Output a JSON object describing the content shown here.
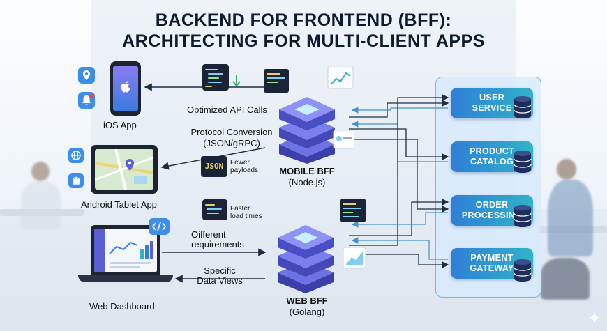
{
  "title": {
    "line1": "BACKEND FOR FRONTEND (BFF):",
    "line2": "ARCHITECTING FOR MULTI-CLIENT APPS"
  },
  "clients": {
    "ios": "iOS App",
    "android": "Android Tablet App",
    "web": "Web Dashboard"
  },
  "annotations": {
    "optimized": "Optimized API Calls",
    "protocol_1": "Protocol Conversion",
    "protocol_2": "(JSON/gRPC)",
    "fewer_1": "Fewer",
    "fewer_2": "payloads",
    "json_badge": "JSON",
    "faster_1": "Faster",
    "faster_2": "load times",
    "different_1": "Oifferent",
    "different_2": "requirements",
    "specific_1": "Specific",
    "specific_2": "Data Views"
  },
  "bffs": {
    "mobile_name": "MOBILE BFF",
    "mobile_tech": "(Node.js)",
    "web_name": "WEB BFF",
    "web_tech": "(Golang)"
  },
  "services": [
    {
      "line1": "USER",
      "line2": "SERVICE"
    },
    {
      "line1": "PRODUCT",
      "line2": "CATALOG"
    },
    {
      "line1": "ORDER",
      "line2": "PROCESSING"
    },
    {
      "line1": "PAYMENT",
      "line2": "GATEWAY"
    }
  ],
  "colors": {
    "accent_blue": "#2f7fd6",
    "accent_teal": "#2fb3c9",
    "server_purple": "#5b5fd6",
    "arrow_dark": "#1f2d3d",
    "arrow_light": "#4a90c8"
  },
  "icons": [
    "apple-icon",
    "location-pin-icon",
    "notification-bell-icon",
    "globe-icon",
    "android-icon",
    "code-brackets-icon",
    "database-icon",
    "sparkle-icon"
  ]
}
